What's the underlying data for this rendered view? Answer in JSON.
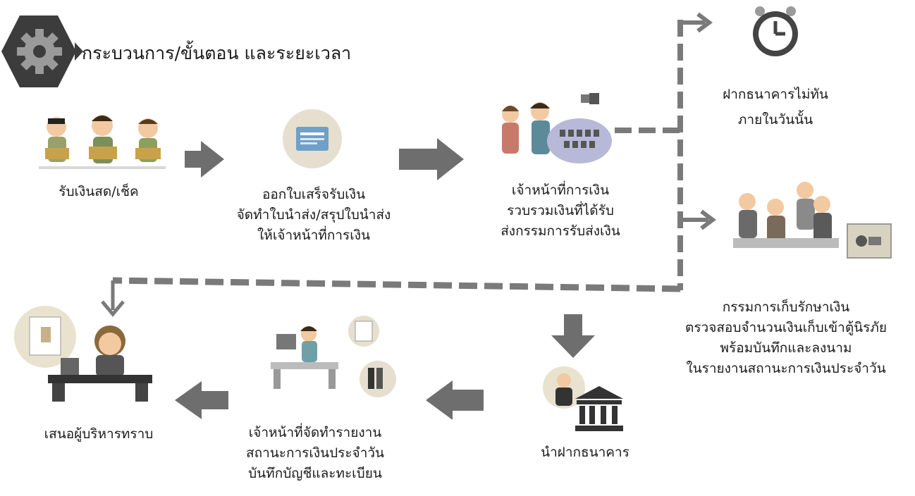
{
  "title": "กระบวนการ/ขั้นตอน และระยะเวลา",
  "steps": {
    "receive": "รับเงินสด/เช็ค",
    "receipt": [
      "ออกใบเสร็จรับเงิน",
      "จัดทำใบนำส่ง/สรุปใบนำส่ง",
      "ให้เจ้าหน้าที่การเงิน"
    ],
    "finance": [
      "เจ้าหน้าที่การเงิน",
      "รวบรวมเงินที่ได้รับ",
      "ส่งกรรมการรับส่งเงิน"
    ],
    "late": [
      "ฝากธนาคารไม่ทัน",
      "ภายในวันนั้น"
    ],
    "committee": [
      "กรรมการเก็บรักษาเงิน",
      "ตรวจสอบจำนวนเงินเก็บเข้าตู้นิรภัย",
      "พร้อมบันทึกและลงนาม",
      "ในรายงานสถานะการเงินประจำวัน"
    ],
    "bank": "นำฝากธนาคาร",
    "report": [
      "เจ้าหน้าที่จัดทำรายงาน",
      "สถานะการเงินประจำวัน",
      "บันทึกบัญชีและทะเบียน"
    ],
    "present": "เสนอผู้บริหารทราบ"
  },
  "colors": {
    "arrow": "#6e6e6e",
    "dash": "#7a7a7a",
    "gear_bg": "#3c3c3c",
    "gear": "#9a9a9a"
  },
  "icons": [
    "gear-icon",
    "clock-icon",
    "bank-icon"
  ]
}
